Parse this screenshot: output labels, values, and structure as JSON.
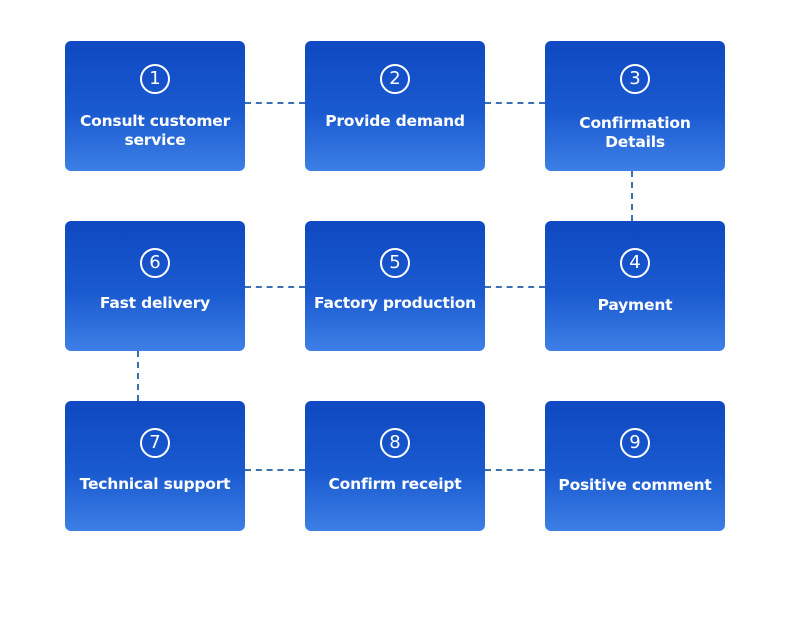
{
  "steps": [
    {
      "number": "1",
      "label": "Consult customer service"
    },
    {
      "number": "2",
      "label": "Provide demand"
    },
    {
      "number": "3",
      "label": "Confirmation Details"
    },
    {
      "number": "4",
      "label": "Payment"
    },
    {
      "number": "5",
      "label": "Factory production"
    },
    {
      "number": "6",
      "label": "Fast delivery"
    },
    {
      "number": "7",
      "label": "Technical support"
    },
    {
      "number": "8",
      "label": "Confirm receipt"
    },
    {
      "number": "9",
      "label": "Positive comment"
    }
  ],
  "colors": {
    "card_top": "#0f48c0",
    "card_bottom": "#3d7fe6",
    "connector": "#3a6fb0",
    "text": "#ffffff"
  }
}
